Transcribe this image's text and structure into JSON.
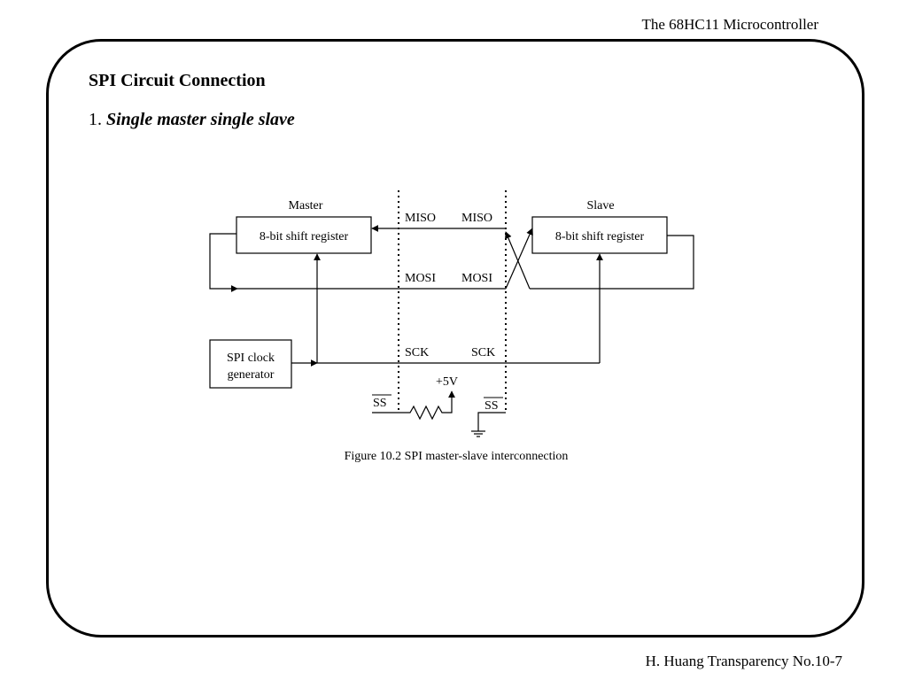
{
  "header": {
    "title": "The 68HC11 Microcontroller"
  },
  "slide": {
    "title": "SPI Circuit Connection",
    "subtitle_number": "1.",
    "subtitle_text": "Single master single slave"
  },
  "diagram": {
    "master_label": "Master",
    "slave_label": "Slave",
    "master_register": "8-bit shift register",
    "slave_register": "8-bit shift register",
    "clock_line1": "SPI clock",
    "clock_line2": "generator",
    "miso_master": "MISO",
    "miso_slave": "MISO",
    "mosi_master": "MOSI",
    "mosi_slave": "MOSI",
    "sck_master": "SCK",
    "sck_slave": "SCK",
    "ss_master": "SS",
    "ss_slave": "SS",
    "vcc": "+5V",
    "caption": "Figure 10.2 SPI master-slave interconnection"
  },
  "footer": {
    "text": "H. Huang Transparency No.10-7"
  }
}
